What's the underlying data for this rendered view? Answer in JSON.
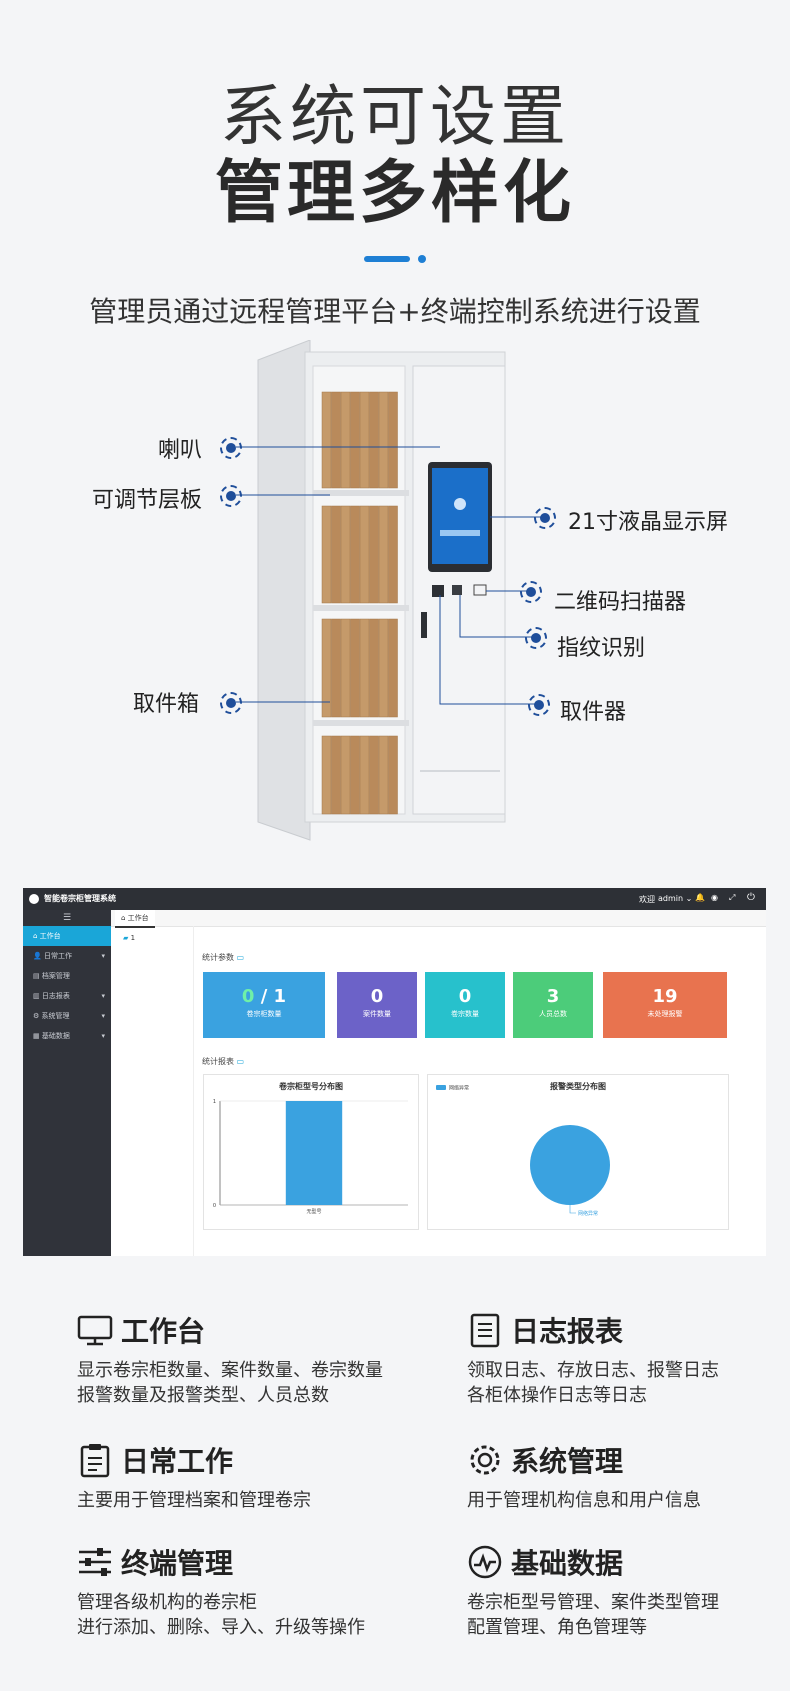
{
  "hero": {
    "title_line1": "系统可设置",
    "title_line2": "管理多样化",
    "subtitle": "管理员通过远程管理平台+终端控制系统进行设置"
  },
  "cabinet": {
    "labels": {
      "speaker": "喇叭",
      "shelf": "可调节层板",
      "box": "取件箱",
      "screen": "21寸液晶显示屏",
      "qr": "二维码扫描器",
      "fingerprint": "指纹识别",
      "retriever": "取件器"
    }
  },
  "app": {
    "title": "智能卷宗柜管理系统",
    "header_welcome": "欢迎",
    "header_user": "admin",
    "tab_label": "工作台",
    "tree_item": "1",
    "sidebar": [
      {
        "label": "工作台",
        "active": true,
        "arrow": false
      },
      {
        "label": "日常工作",
        "active": false,
        "arrow": true
      },
      {
        "label": "档案管理",
        "active": false,
        "arrow": false
      },
      {
        "label": "日志报表",
        "active": false,
        "arrow": true
      },
      {
        "label": "系统管理",
        "active": false,
        "arrow": true
      },
      {
        "label": "基础数据",
        "active": false,
        "arrow": true
      }
    ],
    "stats_title": "统计参数",
    "cards": [
      {
        "value_a": "0",
        "value_b": "/ 1",
        "label": "卷宗柜数量",
        "color": "#3aa2e0"
      },
      {
        "value_a": "0",
        "value_b": "",
        "label": "案件数量",
        "color": "#6c62c8"
      },
      {
        "value_a": "0",
        "value_b": "",
        "label": "卷宗数量",
        "color": "#27c1cc"
      },
      {
        "value_a": "3",
        "value_b": "",
        "label": "人员总数",
        "color": "#4ccc7a"
      },
      {
        "value_a": "19",
        "value_b": "",
        "label": "未处理报警",
        "color": "#e8734f"
      }
    ],
    "report_title": "统计报表",
    "colors": {
      "menu_icon": "#c9ccd3"
    }
  },
  "chart_data": [
    {
      "type": "bar",
      "title": "卷宗柜型号分布图",
      "categories": [
        "无型号"
      ],
      "values": [
        1
      ],
      "ylim": [
        0,
        1
      ],
      "yticks": [
        "0",
        "1"
      ],
      "color": "#3aa2e0"
    },
    {
      "type": "pie",
      "title": "报警类型分布图",
      "labels": [
        "网络异常"
      ],
      "values": [
        1
      ],
      "legend": "top-left",
      "color": "#3aa2e0"
    }
  ],
  "features": [
    {
      "key": "workbench",
      "icon": "monitor-icon",
      "title": "工作台",
      "desc": [
        "显示卷宗柜数量、案件数量、卷宗数量",
        "报警数量及报警类型、人员总数"
      ]
    },
    {
      "key": "logs",
      "icon": "log-report-icon",
      "title": "日志报表",
      "desc": [
        "领取日志、存放日志、报警日志",
        "各柜体操作日志等日志"
      ]
    },
    {
      "key": "daily",
      "icon": "clipboard-icon",
      "title": "日常工作",
      "desc": [
        "主要用于管理档案和管理卷宗"
      ]
    },
    {
      "key": "system",
      "icon": "gear-icon",
      "title": "系统管理",
      "desc": [
        "用于管理机构信息和用户信息"
      ]
    },
    {
      "key": "terminal",
      "icon": "sliders-icon",
      "title": "终端管理",
      "desc": [
        "管理各级机构的卷宗柜",
        "进行添加、删除、导入、升级等操作"
      ]
    },
    {
      "key": "basic",
      "icon": "pulse-icon",
      "title": "基础数据",
      "desc": [
        "卷宗柜型号管理、案件类型管理",
        "配置管理、角色管理等"
      ]
    }
  ]
}
